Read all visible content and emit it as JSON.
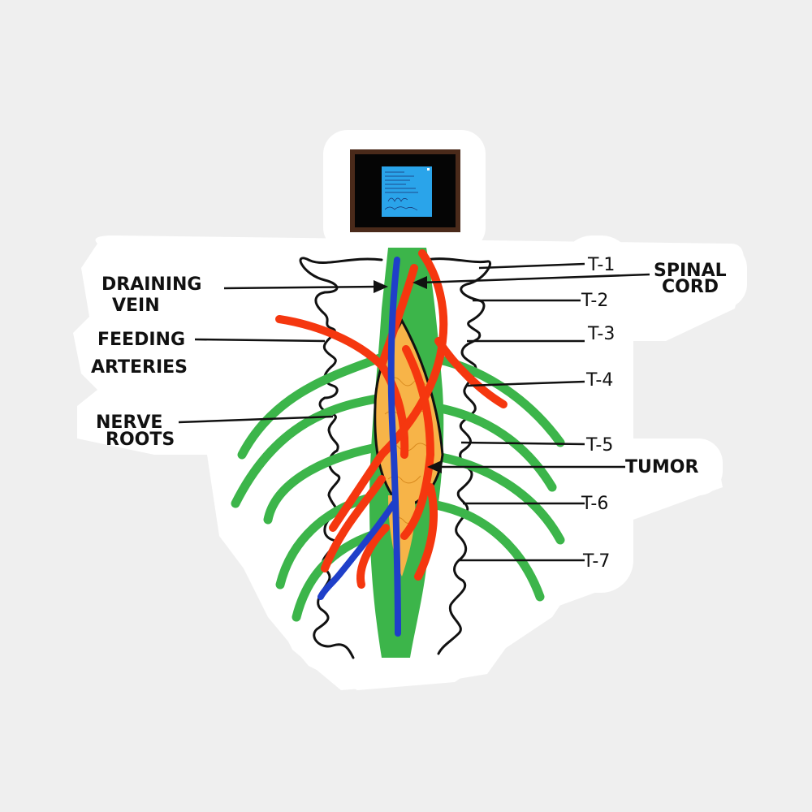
{
  "labels": {
    "draining_vein_1": "DRAINING",
    "draining_vein_2": "VEIN",
    "feeding_arteries_1": "FEEDING",
    "feeding_arteries_2": "ARTERIES",
    "nerve_roots_1": "NERVE",
    "nerve_roots_2": "ROOTS",
    "spinal_cord_1": "SPINAL",
    "spinal_cord_2": "CORD",
    "tumor": "TUMOR"
  },
  "vertebrae": [
    "T-1",
    "T-2",
    "T-3",
    "T-4",
    "T-5",
    "T-6",
    "T-7"
  ],
  "colors": {
    "cord": "#3cb54a",
    "artery": "#f5370f",
    "vein": "#1f3fc9",
    "tumor": "#f7b448",
    "outline": "#111111",
    "sticker": "#ffffff",
    "background": "#efefef",
    "frame": "#4a2a1a",
    "note": "#2aa4ea"
  }
}
